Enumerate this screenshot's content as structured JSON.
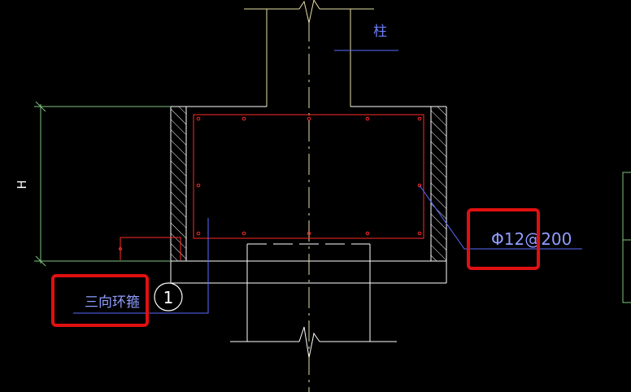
{
  "labels": {
    "column": "柱",
    "height": "H",
    "hoop": "三向环箍",
    "rebar": "Φ12@200",
    "callout_number": "1"
  },
  "colors": {
    "background": "#000000",
    "concrete_outline": "#ffffff",
    "column_outline": "#e8e0a8",
    "centerline": "#e8e0a8",
    "rebar": "#ff2a2a",
    "leader": "#5a6dff",
    "dimension": "#7fc37f",
    "highlight_box": "#e01010",
    "hatch": "#ffffff"
  }
}
